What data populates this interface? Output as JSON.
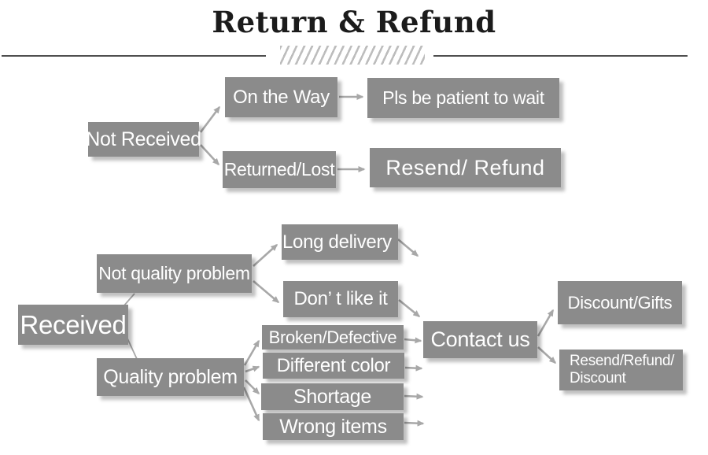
{
  "title": "Return & Refund",
  "nodes": {
    "not_received": "Not Received",
    "on_the_way": "On the Way",
    "pls_be_patient": "Pls be patient to wait",
    "returned_lost": "Returned/Lost",
    "resend_refund": "Resend/ Refund",
    "not_quality_problem": "Not quality problem",
    "long_delivery": "Long delivery",
    "dont_like_it": "Don’ t like it",
    "received": "Received",
    "quality_problem": "Quality problem",
    "broken_defective": "Broken/Defective",
    "different_color": "Different color",
    "shortage": "Shortage",
    "wrong_items": "Wrong items",
    "contact_us": "Contact us",
    "discount_gifts": "Discount/Gifts",
    "resend_refund_discount": {
      "line1": "Resend/Refund/",
      "line2": "Discount"
    }
  },
  "colors": {
    "node_background": "#8b8b8b",
    "node_text": "#ffffff",
    "arrow": "#a8a8a8",
    "title_text": "#1b1b1b",
    "divider_line": "#4f4f4f",
    "divider_hatch": "#bdbdbd",
    "page_background": "#ffffff"
  }
}
